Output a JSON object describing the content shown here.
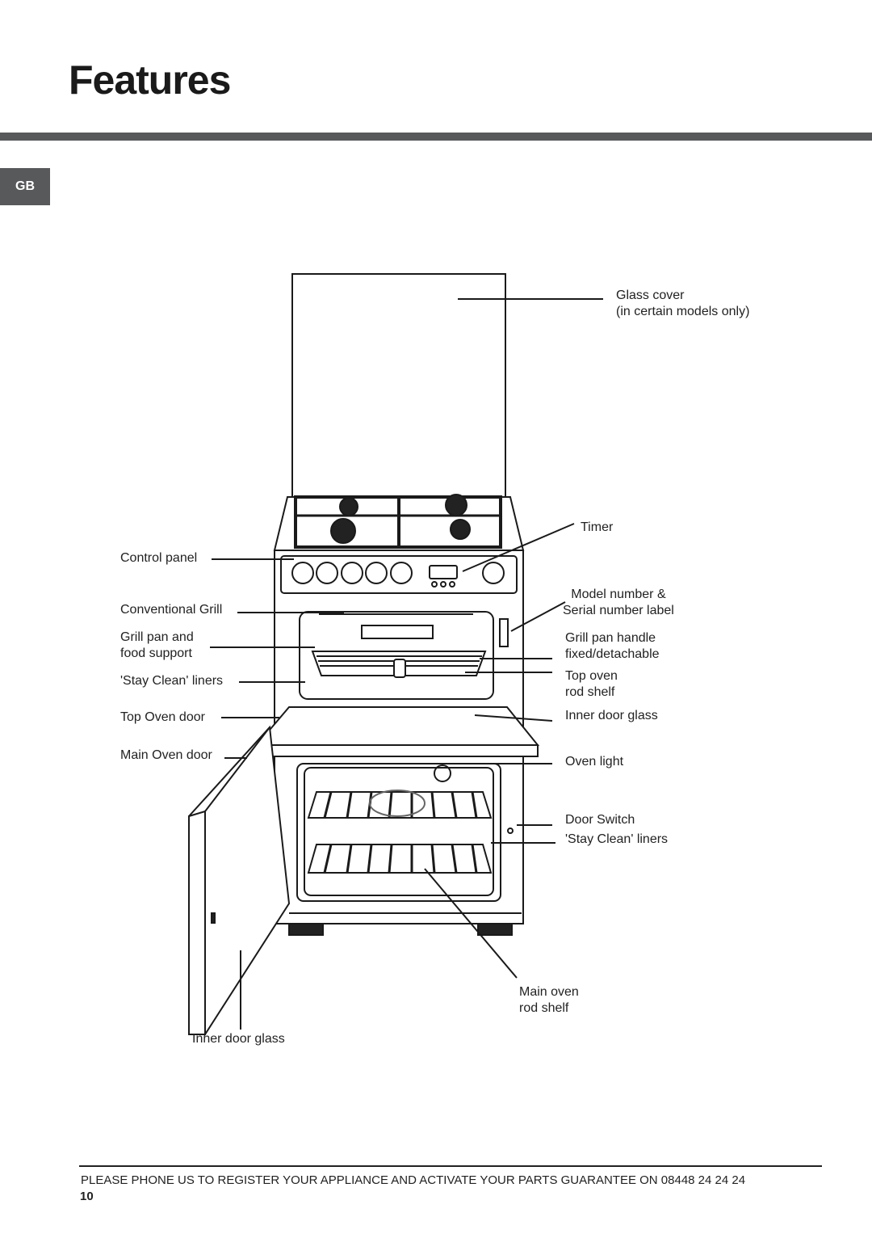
{
  "page": {
    "title": "Features",
    "language_tab": "GB",
    "footer_text": "PLEASE PHONE US TO REGISTER YOUR APPLIANCE  AND ACTIVATE YOUR PARTS GUARANTEE ON 08448 24 24 24",
    "page_number": "10"
  },
  "labels": {
    "glass_cover": [
      "Glass cover",
      "(in certain models only)"
    ],
    "timer": [
      "Timer"
    ],
    "control_panel": [
      "Control panel"
    ],
    "model_number": [
      "Model number &",
      "Serial number label"
    ],
    "conventional_grill": [
      "Conventional Grill"
    ],
    "grill_pan_support": [
      "Grill pan and",
      "food support"
    ],
    "grill_pan_handle": [
      "Grill pan handle",
      "fixed/detachable"
    ],
    "stay_clean_top": [
      "'Stay Clean' liners"
    ],
    "top_oven_shelf": [
      "Top oven",
      "rod shelf"
    ],
    "top_oven_door": [
      "Top Oven door"
    ],
    "inner_door_glass_top": [
      "Inner door glass"
    ],
    "main_oven_door": [
      "Main Oven door"
    ],
    "oven_light": [
      "Oven light"
    ],
    "door_switch": [
      "Door Switch"
    ],
    "stay_clean_main": [
      "'Stay Clean' liners"
    ],
    "main_oven_shelf": [
      "Main oven",
      "rod shelf"
    ],
    "inner_door_glass_main": [
      "Inner door glass"
    ]
  },
  "colors": {
    "header_bar": "#58595b",
    "line": "#1a1a1a"
  }
}
